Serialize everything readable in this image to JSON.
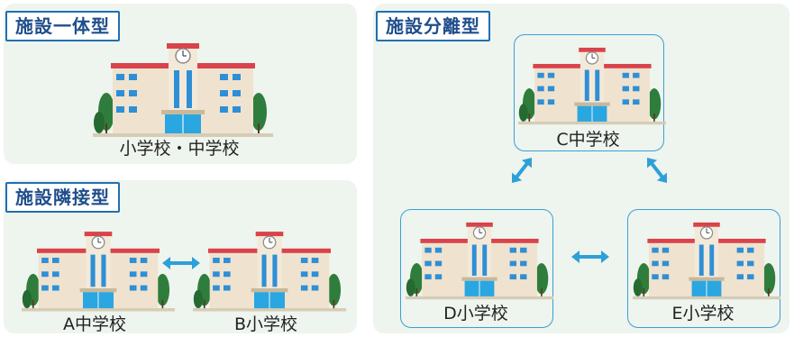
{
  "panels": {
    "integrated": {
      "title": "施設一体型",
      "school_label": "小学校・中学校"
    },
    "adjacent": {
      "title": "施設隣接型",
      "school_a": "A中学校",
      "school_b": "B小学校"
    },
    "separated": {
      "title": "施設分離型",
      "school_c": "C中学校",
      "school_d": "D小学校",
      "school_e": "E小学校"
    }
  },
  "colors": {
    "panel_bg": "#eef4ee",
    "tag_border": "#1f6fb3",
    "tag_text": "#1f4e8c",
    "box_border": "#3aa0d6",
    "arrow": "#2ea0d8",
    "roof": "#d9434b",
    "wall": "#efe3cf",
    "window": "#2f8fd6",
    "tree": "#2f7d3c"
  },
  "icons": [
    "school-building-icon",
    "clock-icon",
    "tree-icon",
    "double-arrow-icon"
  ]
}
